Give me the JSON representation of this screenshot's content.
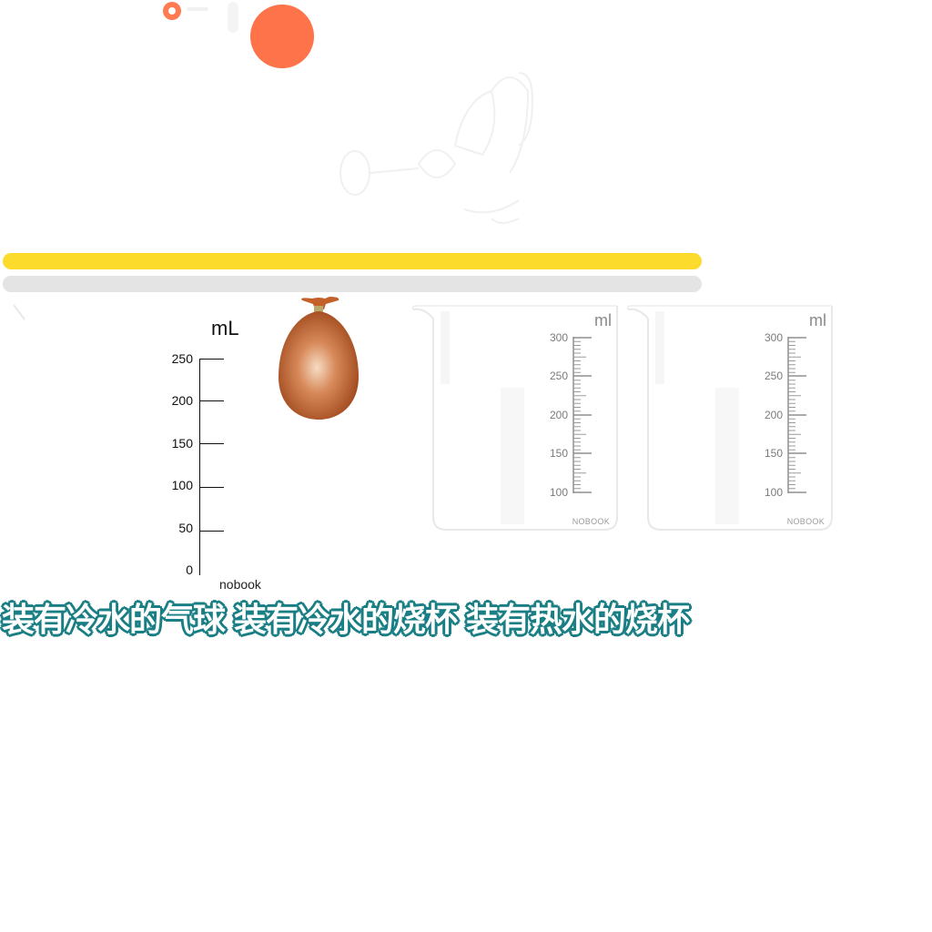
{
  "scale": {
    "unit": "mL",
    "ticks": [
      "250",
      "200",
      "150",
      "100",
      "50",
      "0"
    ],
    "brand": "nobook"
  },
  "beakers": [
    {
      "unit": "ml",
      "ticks": [
        "300",
        "250",
        "200",
        "150",
        "100"
      ],
      "brand": "NOBOOK"
    },
    {
      "unit": "ml",
      "ticks": [
        "300",
        "250",
        "200",
        "150",
        "100"
      ],
      "brand": "NOBOOK"
    }
  ],
  "caption": {
    "item_1": "装有冷水的气球",
    "item_2": "装有冷水的烧杯",
    "item_3": "装有热水的烧杯"
  },
  "colors": {
    "accent_orange": "#ff734a",
    "bar_yellow": "#fcdb2c",
    "bar_gray": "#e4e4e4",
    "caption_outline": "#1a7f84",
    "balloon": "#b4552a"
  },
  "icons": {
    "toolbar_1": "record-ring-icon",
    "toolbar_2": "orange-ball-icon"
  }
}
